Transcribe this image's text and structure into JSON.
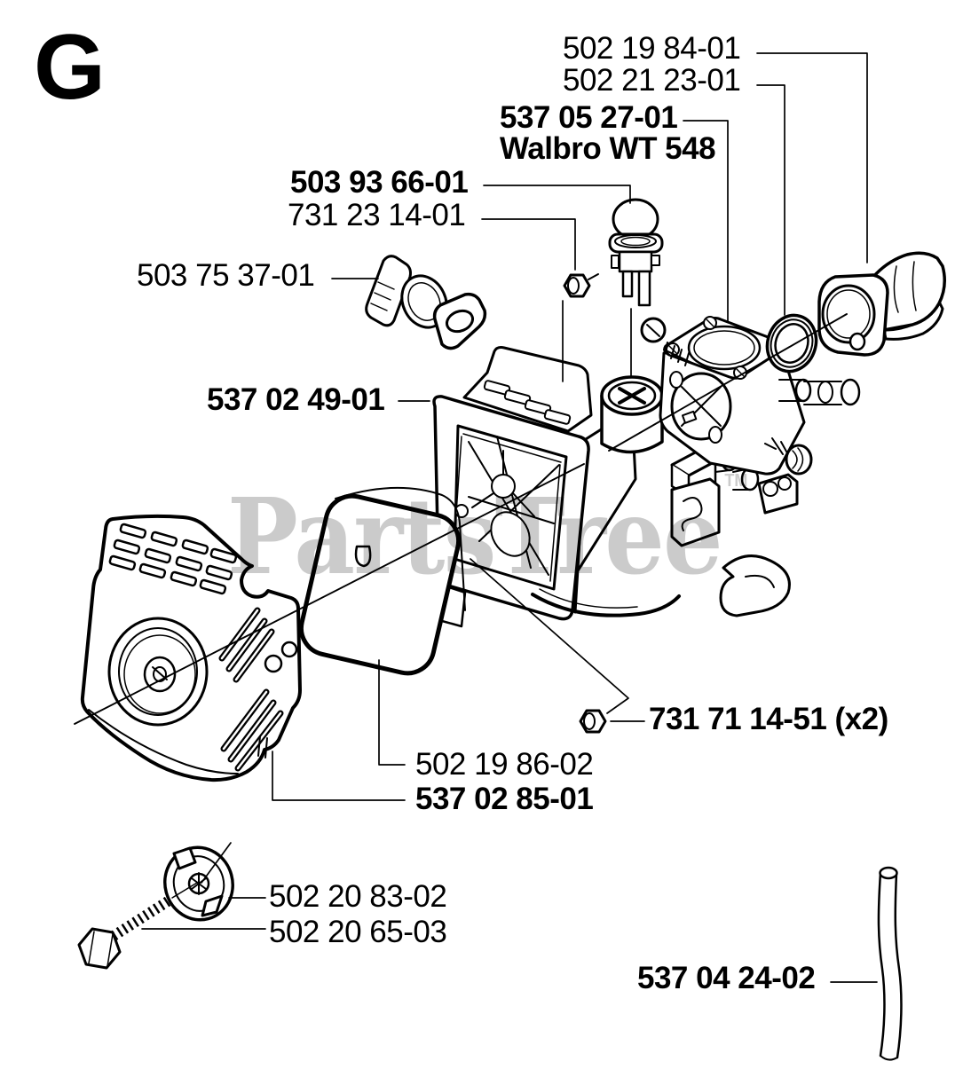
{
  "page": {
    "letter": "G"
  },
  "watermark": {
    "text": "PartsTree",
    "tm": "TM"
  },
  "parts": [
    {
      "label": "502 19 84-01",
      "emphasis": "normal"
    },
    {
      "label": "502 21 23-01",
      "emphasis": "normal"
    },
    {
      "label": "537 05 27-01",
      "emphasis": "bold"
    },
    {
      "label": "Walbro WT 548",
      "emphasis": "bold"
    },
    {
      "label": "503 93 66-01",
      "emphasis": "bold"
    },
    {
      "label": "731 23 14-01",
      "emphasis": "normal"
    },
    {
      "label": "503 75 37-01",
      "emphasis": "normal"
    },
    {
      "label": "537 02 49-01",
      "emphasis": "bold"
    },
    {
      "label": "731 71 14-51 (x2)",
      "emphasis": "bold"
    },
    {
      "label": "502 19 86-02",
      "emphasis": "normal"
    },
    {
      "label": "537 02 85-01",
      "emphasis": "bold"
    },
    {
      "label": "502 20 83-02",
      "emphasis": "normal"
    },
    {
      "label": "502 20 65-03",
      "emphasis": "normal"
    },
    {
      "label": "537 04 24-02",
      "emphasis": "bold"
    }
  ]
}
